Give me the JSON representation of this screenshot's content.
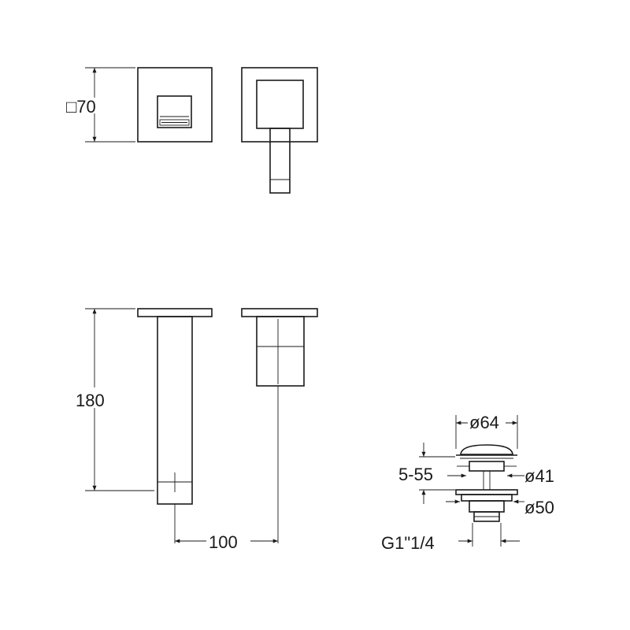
{
  "dimensions": {
    "square_size": "□70",
    "height": "180",
    "reach": "100",
    "waste_top_diameter": "ø64",
    "waste_adjust_range": "5-55",
    "waste_mid_diameter": "ø41",
    "waste_bottom_diameter": "ø50",
    "waste_thread": "G1\"1/4"
  },
  "colors": {
    "line": "#1a1a1a",
    "background": "#ffffff"
  }
}
